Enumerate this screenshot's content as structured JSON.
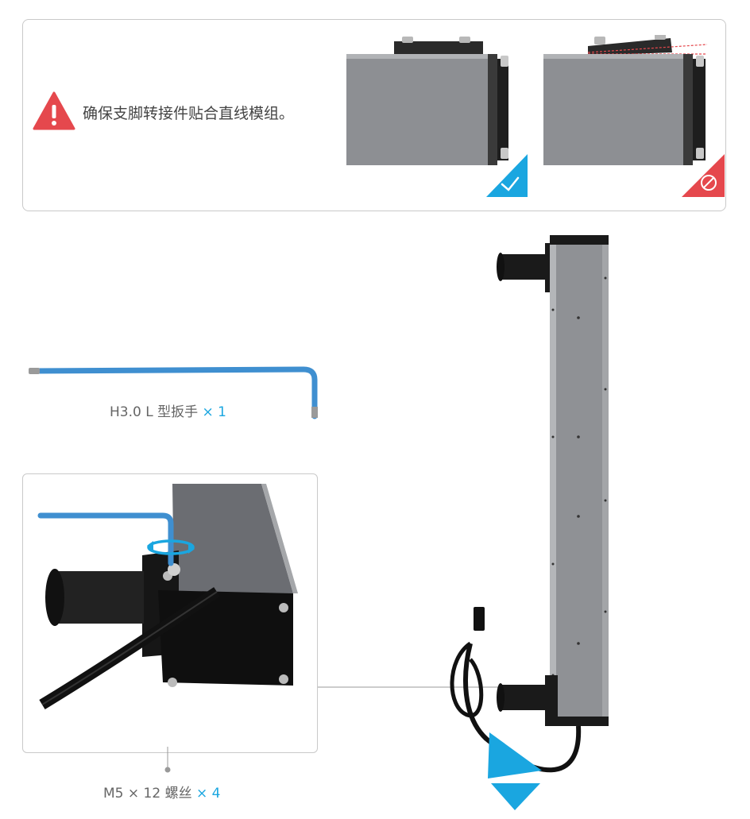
{
  "warning": {
    "text": "确保支脚转接件贴合直线模组。",
    "icon": "warning-triangle-icon",
    "correct_badge_icon": "checkmark-icon",
    "wrong_badge_icon": "prohibited-icon",
    "colors": {
      "warning": "#e5484d",
      "correct": "#1aa6e0"
    }
  },
  "tools": {
    "wrench": {
      "label": "H3.0 L 型扳手",
      "qty": "× 1"
    },
    "screw": {
      "label": "M5 × 12 螺丝",
      "qty": "× 4"
    }
  },
  "colors": {
    "accent": "#1aa6e0",
    "wrench_blue": "#3f8fd0"
  }
}
